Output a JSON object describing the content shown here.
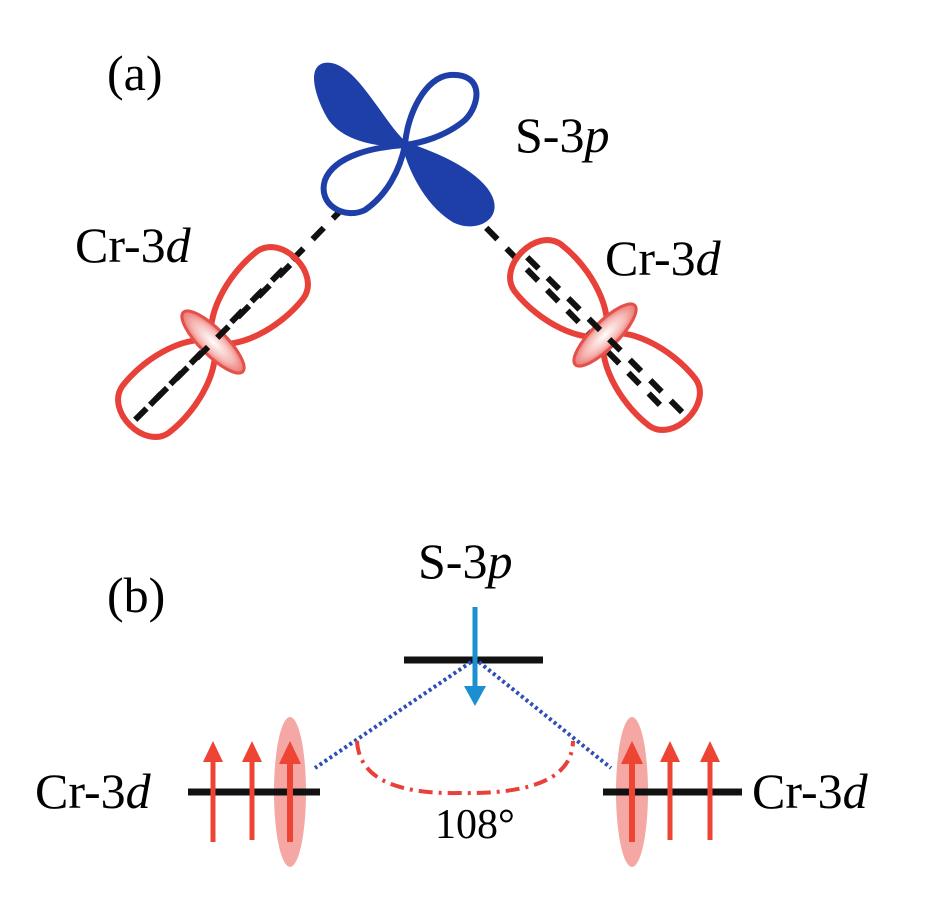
{
  "figure": {
    "panel_a": {
      "label": "(a)",
      "s_orbital": {
        "prefix": "S-3",
        "suffix": "p"
      },
      "cr_left": {
        "prefix": "Cr-3",
        "suffix": "d"
      },
      "cr_right": {
        "prefix": "Cr-3",
        "suffix": "d"
      }
    },
    "panel_b": {
      "label": "(b)",
      "s_level": {
        "prefix": "S-3",
        "suffix": "p"
      },
      "cr_left": {
        "prefix": "Cr-3",
        "suffix": "d"
      },
      "cr_right": {
        "prefix": "Cr-3",
        "suffix": "d"
      },
      "bond_angle": "108°",
      "left_spins": [
        "up",
        "up",
        "up"
      ],
      "right_spins": [
        "up",
        "up",
        "up"
      ],
      "s_spin": "down"
    }
  },
  "colors": {
    "s_orbital_blue": "#1f3fa8",
    "cr_orbital_red": "#e8413a",
    "spin_red": "#ee4433",
    "ellipse_pink": "#f08a84",
    "s_spin_blue": "#1b8fd0",
    "bond_dotted_blue": "#2f4fb8",
    "level_black": "#111111"
  }
}
